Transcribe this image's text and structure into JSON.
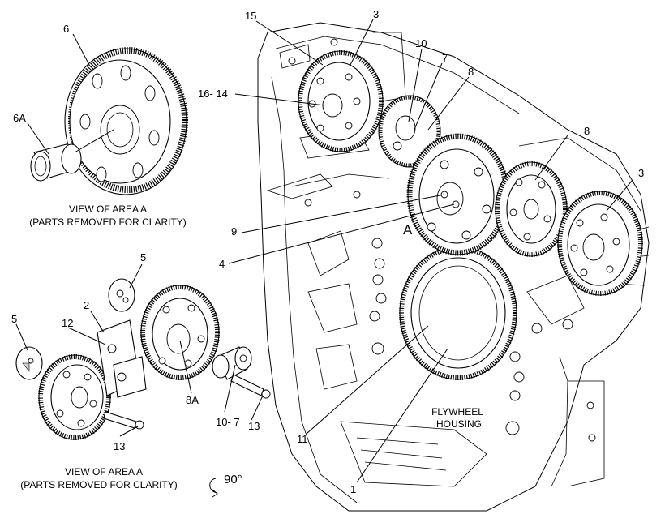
{
  "captions": {
    "view_top_line1": "VIEW OF AREA  A",
    "view_top_line2": "(PARTS REMOVED FOR CLARITY)",
    "view_bottom_line1": "VIEW OF AREA  A",
    "view_bottom_line2": "(PARTS REMOVED FOR CLARITY)",
    "rotate": "90°",
    "area_letter": "A",
    "flywheel_line1": "FLYWHEEL",
    "flywheel_line2": "HOUSING"
  },
  "callouts": {
    "c6": "6",
    "c6a": "6A",
    "c15": "15",
    "c3_top": "3",
    "c10": "10",
    "c7": "7",
    "c8_top": "8",
    "c16_14": "16- 14",
    "c8_mid": "8",
    "c3_right": "3",
    "c9": "9",
    "c4": "4",
    "c5_top": "5",
    "c2": "2",
    "c5_left": "5",
    "c12": "12",
    "c8a": "8A",
    "c10_7": "10- 7",
    "c13_mid": "13",
    "c13_left": "13",
    "c11": "11",
    "c1": "1"
  }
}
